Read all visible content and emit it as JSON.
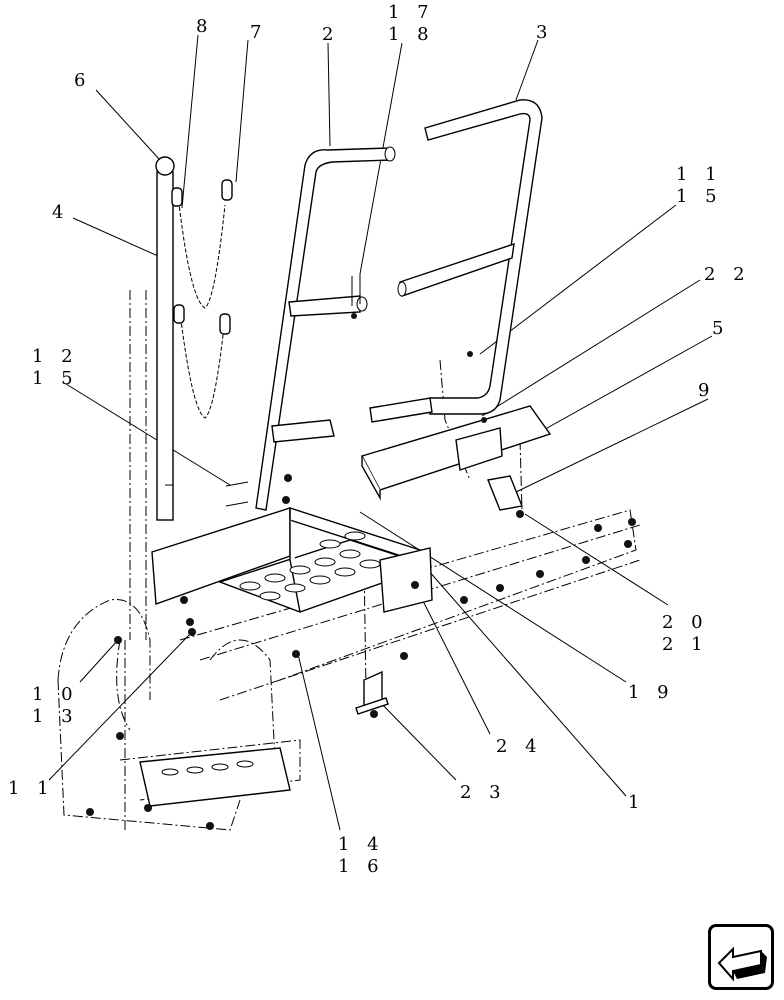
{
  "callouts": [
    {
      "id": "c8",
      "text": "8"
    },
    {
      "id": "c7",
      "text": "7"
    },
    {
      "id": "c2",
      "text": "2"
    },
    {
      "id": "c17",
      "text": "1 7"
    },
    {
      "id": "c18",
      "text": "1 8"
    },
    {
      "id": "c3",
      "text": "3"
    },
    {
      "id": "c6",
      "text": "6"
    },
    {
      "id": "c11a",
      "text": "1 1"
    },
    {
      "id": "c15a",
      "text": "1 5"
    },
    {
      "id": "c4",
      "text": "4"
    },
    {
      "id": "c22",
      "text": "2 2"
    },
    {
      "id": "c5",
      "text": "5"
    },
    {
      "id": "c12",
      "text": "1 2"
    },
    {
      "id": "c15b",
      "text": "1 5"
    },
    {
      "id": "c9",
      "text": "9"
    },
    {
      "id": "c20",
      "text": "2 0"
    },
    {
      "id": "c21",
      "text": "2 1"
    },
    {
      "id": "c10",
      "text": "1 0"
    },
    {
      "id": "c13",
      "text": "1 3"
    },
    {
      "id": "c19",
      "text": "1 9"
    },
    {
      "id": "c24",
      "text": "2 4"
    },
    {
      "id": "c11b",
      "text": "1 1"
    },
    {
      "id": "c23",
      "text": "2 3"
    },
    {
      "id": "c1",
      "text": "1"
    },
    {
      "id": "c14",
      "text": "1 4"
    },
    {
      "id": "c16",
      "text": "1 6"
    }
  ],
  "nav_icon": "previous-page-arrow-icon"
}
